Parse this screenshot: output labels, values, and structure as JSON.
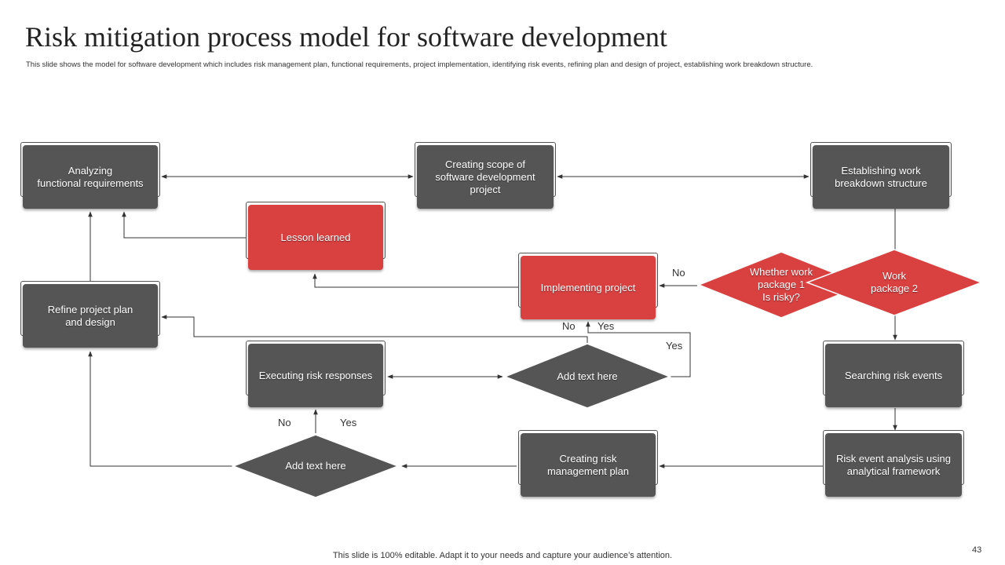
{
  "header": {
    "title": "Risk mitigation process model for software development",
    "subtitle": "This slide shows the model for software development which includes risk management plan, functional requirements, project implementation, identifying risk events, refining plan and design of project, establishing work breakdown structure."
  },
  "nodes": {
    "analyzing": "Analyzing\nfunctional requirements",
    "creating_scope": "Creating scope of\nsoftware development\nproject",
    "establishing_wbs": "Establishing work\nbreakdown structure",
    "lesson_learned": "Lesson learned",
    "implementing": "Implementing project",
    "whether_work": "Whether work\npackage 1\nIs risky?",
    "work_package_2": "Work\npackage 2",
    "refine_plan": "Refine project plan\nand design",
    "executing_risk": "Executing risk responses",
    "add_text_mid": "Add text here",
    "searching_risk": "Searching risk events",
    "add_text_bottom": "Add text here",
    "creating_risk_plan": "Creating risk\nmanagement plan",
    "risk_event_analysis": "Risk event analysis using\nanalytical framework"
  },
  "labels": {
    "no_1": "No",
    "no_2": "No",
    "yes_1": "Yes",
    "yes_2": "Yes",
    "no_3": "No",
    "yes_3": "Yes"
  },
  "colors": {
    "gray": "#555555",
    "red": "#d94040",
    "line": "#333333"
  },
  "footer": {
    "note": "This slide is 100% editable. Adapt it to your needs and capture your audience’s attention.",
    "page_number": "43"
  }
}
